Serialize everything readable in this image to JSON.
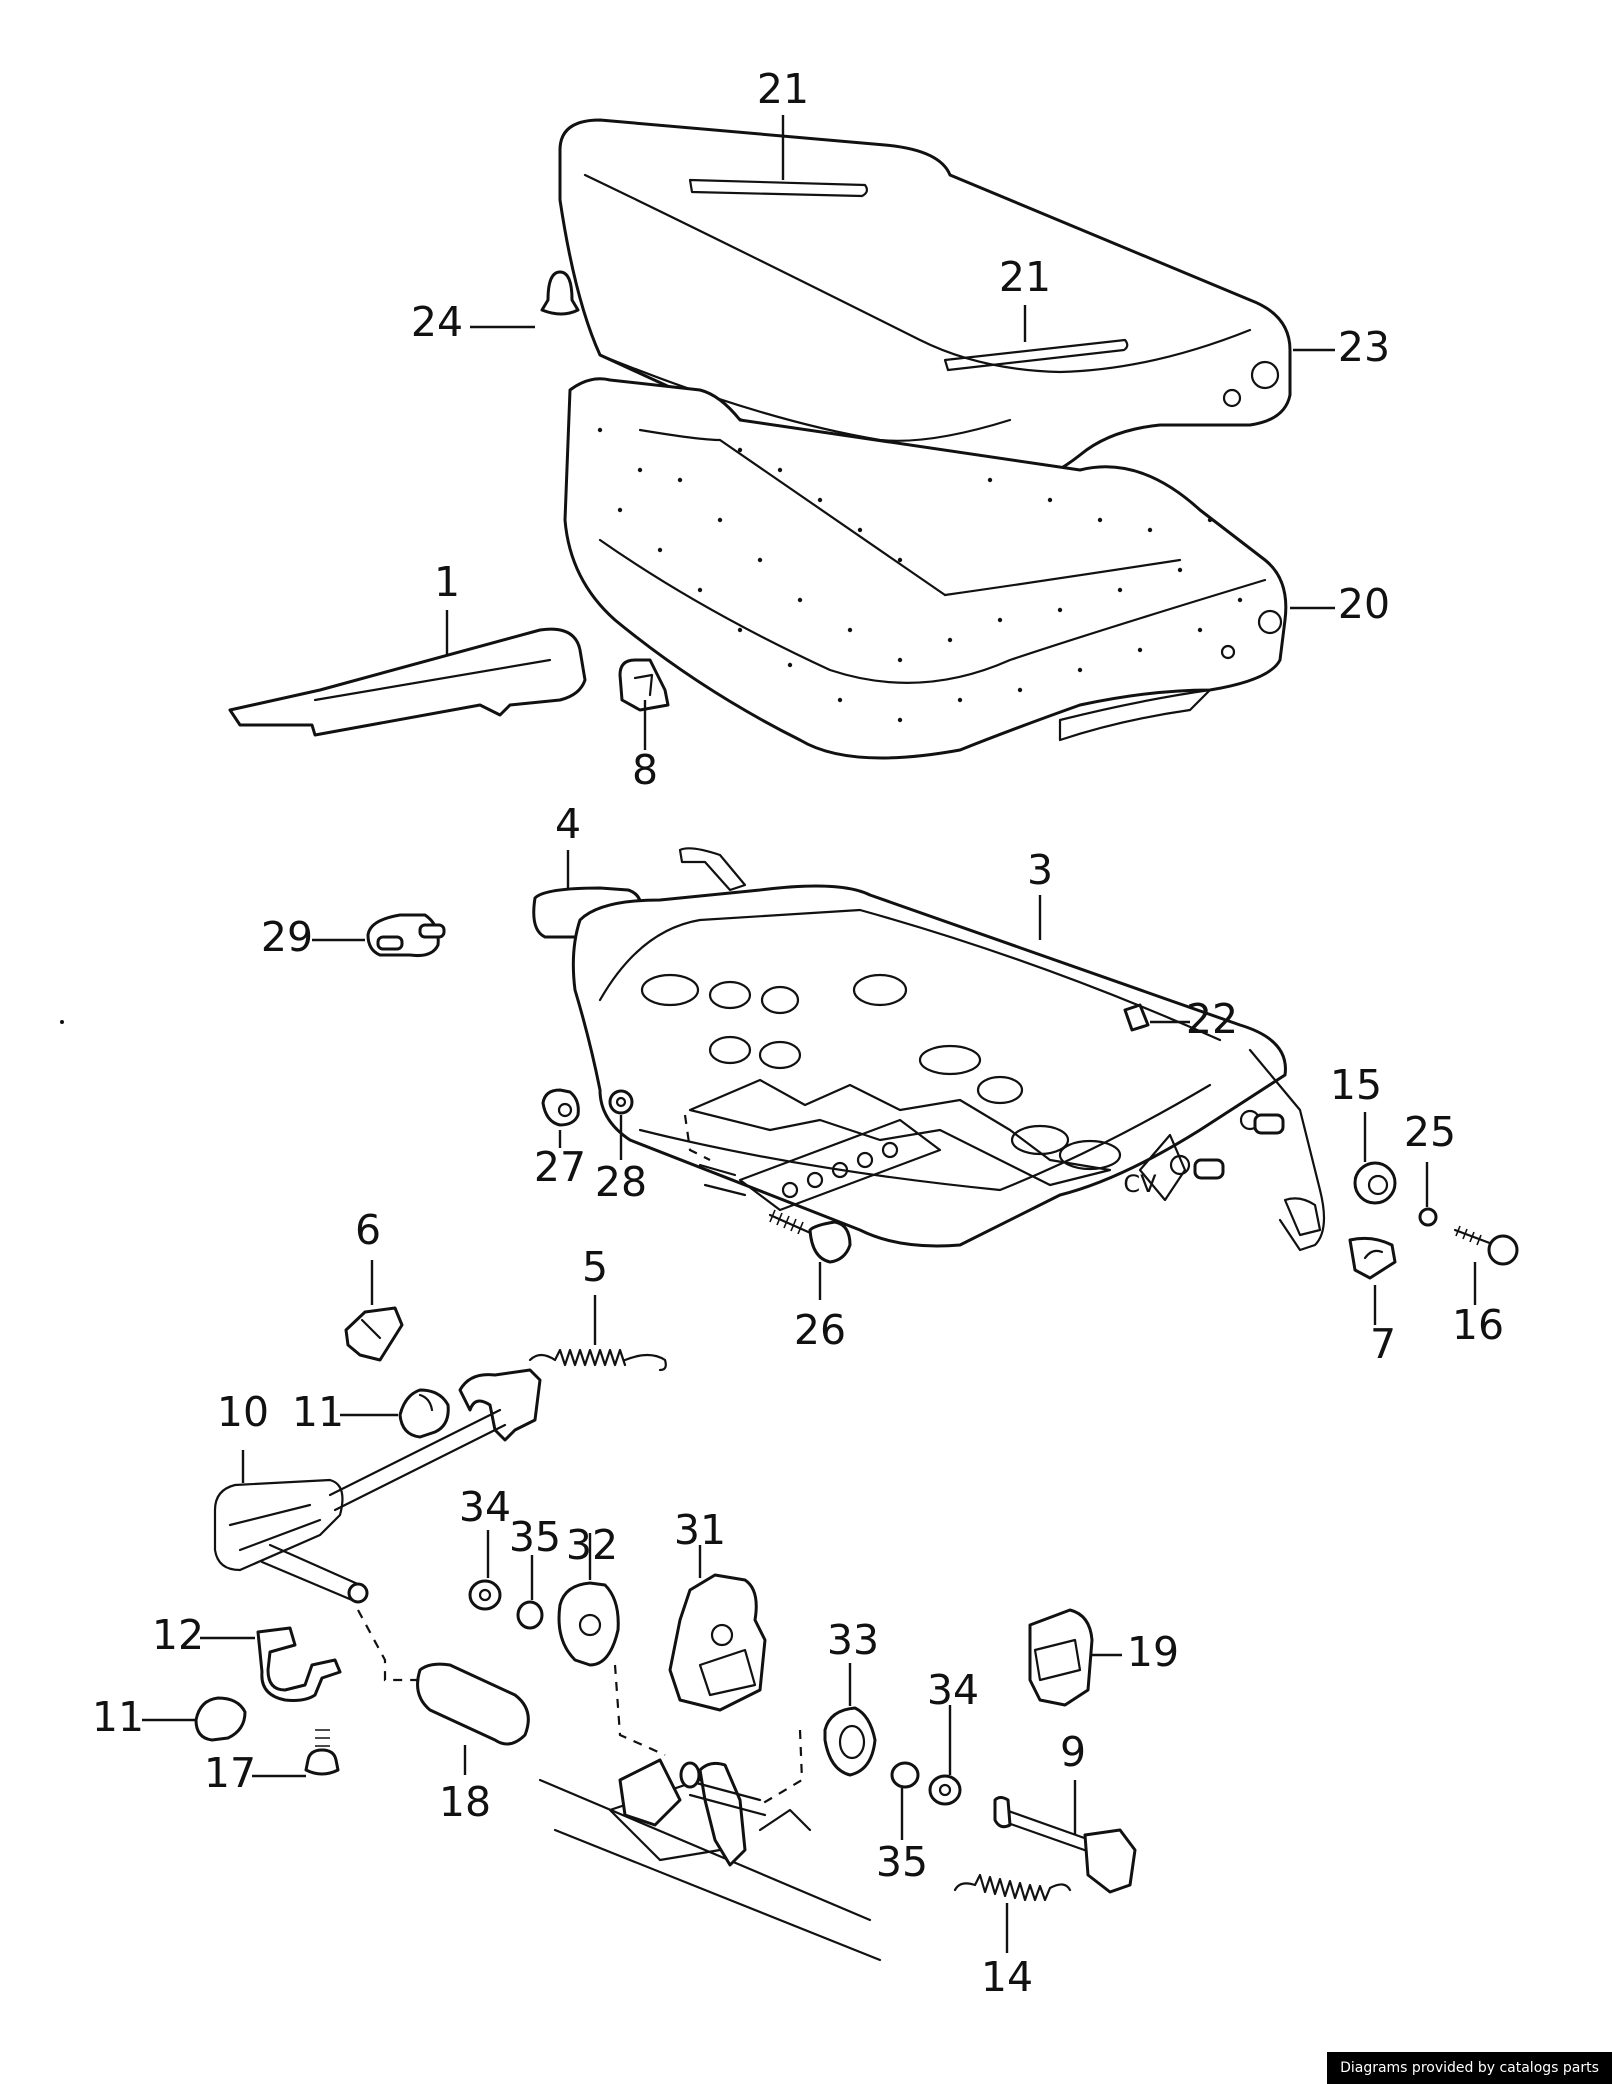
{
  "credit": "Diagrams provided by catalogs parts",
  "callouts": {
    "c1": "1",
    "c3": "3",
    "c4": "4",
    "c5": "5",
    "c6": "6",
    "c7": "7",
    "c8": "8",
    "c9": "9",
    "c10": "10",
    "c11a": "11",
    "c11b": "11",
    "c12": "12",
    "c14": "14",
    "c15": "15",
    "c16": "16",
    "c17": "17",
    "c18": "18",
    "c19": "19",
    "c20": "20",
    "c21a": "21",
    "c21b": "21",
    "c22": "22",
    "c23": "23",
    "c24": "24",
    "c25": "25",
    "c26": "26",
    "c27": "27",
    "c28": "28",
    "c29": "29",
    "c31": "31",
    "c32": "32",
    "c33": "33",
    "c34a": "34",
    "c34b": "34",
    "c35a": "35",
    "c35b": "35"
  }
}
